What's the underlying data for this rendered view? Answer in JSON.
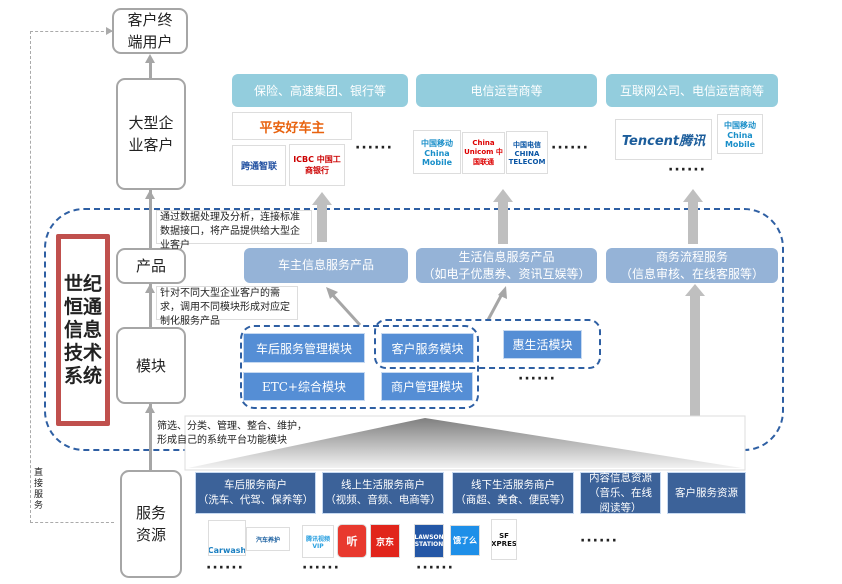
{
  "levels": {
    "end_user": "客户终端用户",
    "enterprise": "大型企业客户",
    "product": "产品",
    "module": "模块",
    "resource": "服务资源"
  },
  "system_title": "世纪恒通信息技术系统",
  "direct_service": "直接服务",
  "customer_groups": [
    "保险、高速集团、银行等",
    "电信运营商等",
    "互联网公司、电信运营商等"
  ],
  "customer_logos": [
    [
      "平安好车主",
      "跨通智联",
      "ICBC 中国工商银行"
    ],
    [
      "中国移动 China Mobile",
      "China Unicom 中国联通",
      "中国电信 CHINA TELECOM"
    ],
    [
      "Tencent腾讯",
      "中国移动 China Mobile"
    ]
  ],
  "notes": {
    "product_to_enterprise": "通过数据处理及分析，连接标准数据接口，将产品提供给大型企业客户",
    "module_to_product": "针对不同大型企业客户的需求，调用不同模块形成对应定制化服务产品",
    "resource_to_module": "筛选、分类、管理、整合、维护，形成自己的系统平台功能模块"
  },
  "products": [
    {
      "line1": "车主信息服务产品",
      "line2": ""
    },
    {
      "line1": "生活信息服务产品",
      "line2": "（如电子优惠券、资讯互娱等）"
    },
    {
      "line1": "商务流程服务",
      "line2": "（信息审核、在线客服等）"
    }
  ],
  "modules": [
    "车后服务管理模块",
    "客户服务模块",
    "惠生活模块",
    "ETC+综合模块",
    "商户管理模块"
  ],
  "resources": [
    {
      "line1": "车后服务商户",
      "line2": "（洗车、代驾、保养等）"
    },
    {
      "line1": "线上生活服务商户",
      "line2": "（视频、音频、电商等）"
    },
    {
      "line1": "线下生活服务商户",
      "line2": "（商超、美食、便民等）"
    },
    {
      "line1": "内容信息资源",
      "line2": "（音乐、在线阅读等）"
    },
    {
      "line1": "客户服务资源",
      "line2": ""
    }
  ],
  "resource_logos": [
    "Carwash",
    "汽车养护",
    "腾讯视频VIP",
    "听",
    "京东",
    "LAWSON STATION",
    "饿了么",
    "SF EXPRESS"
  ],
  "ellipsis": "······",
  "colors": {
    "system_border": "#c0504d",
    "dashed": "#2e5fa3",
    "cyan": "#93cddd",
    "product": "#95b3d7",
    "module": "#558ed5",
    "resource": "#3c6299"
  }
}
